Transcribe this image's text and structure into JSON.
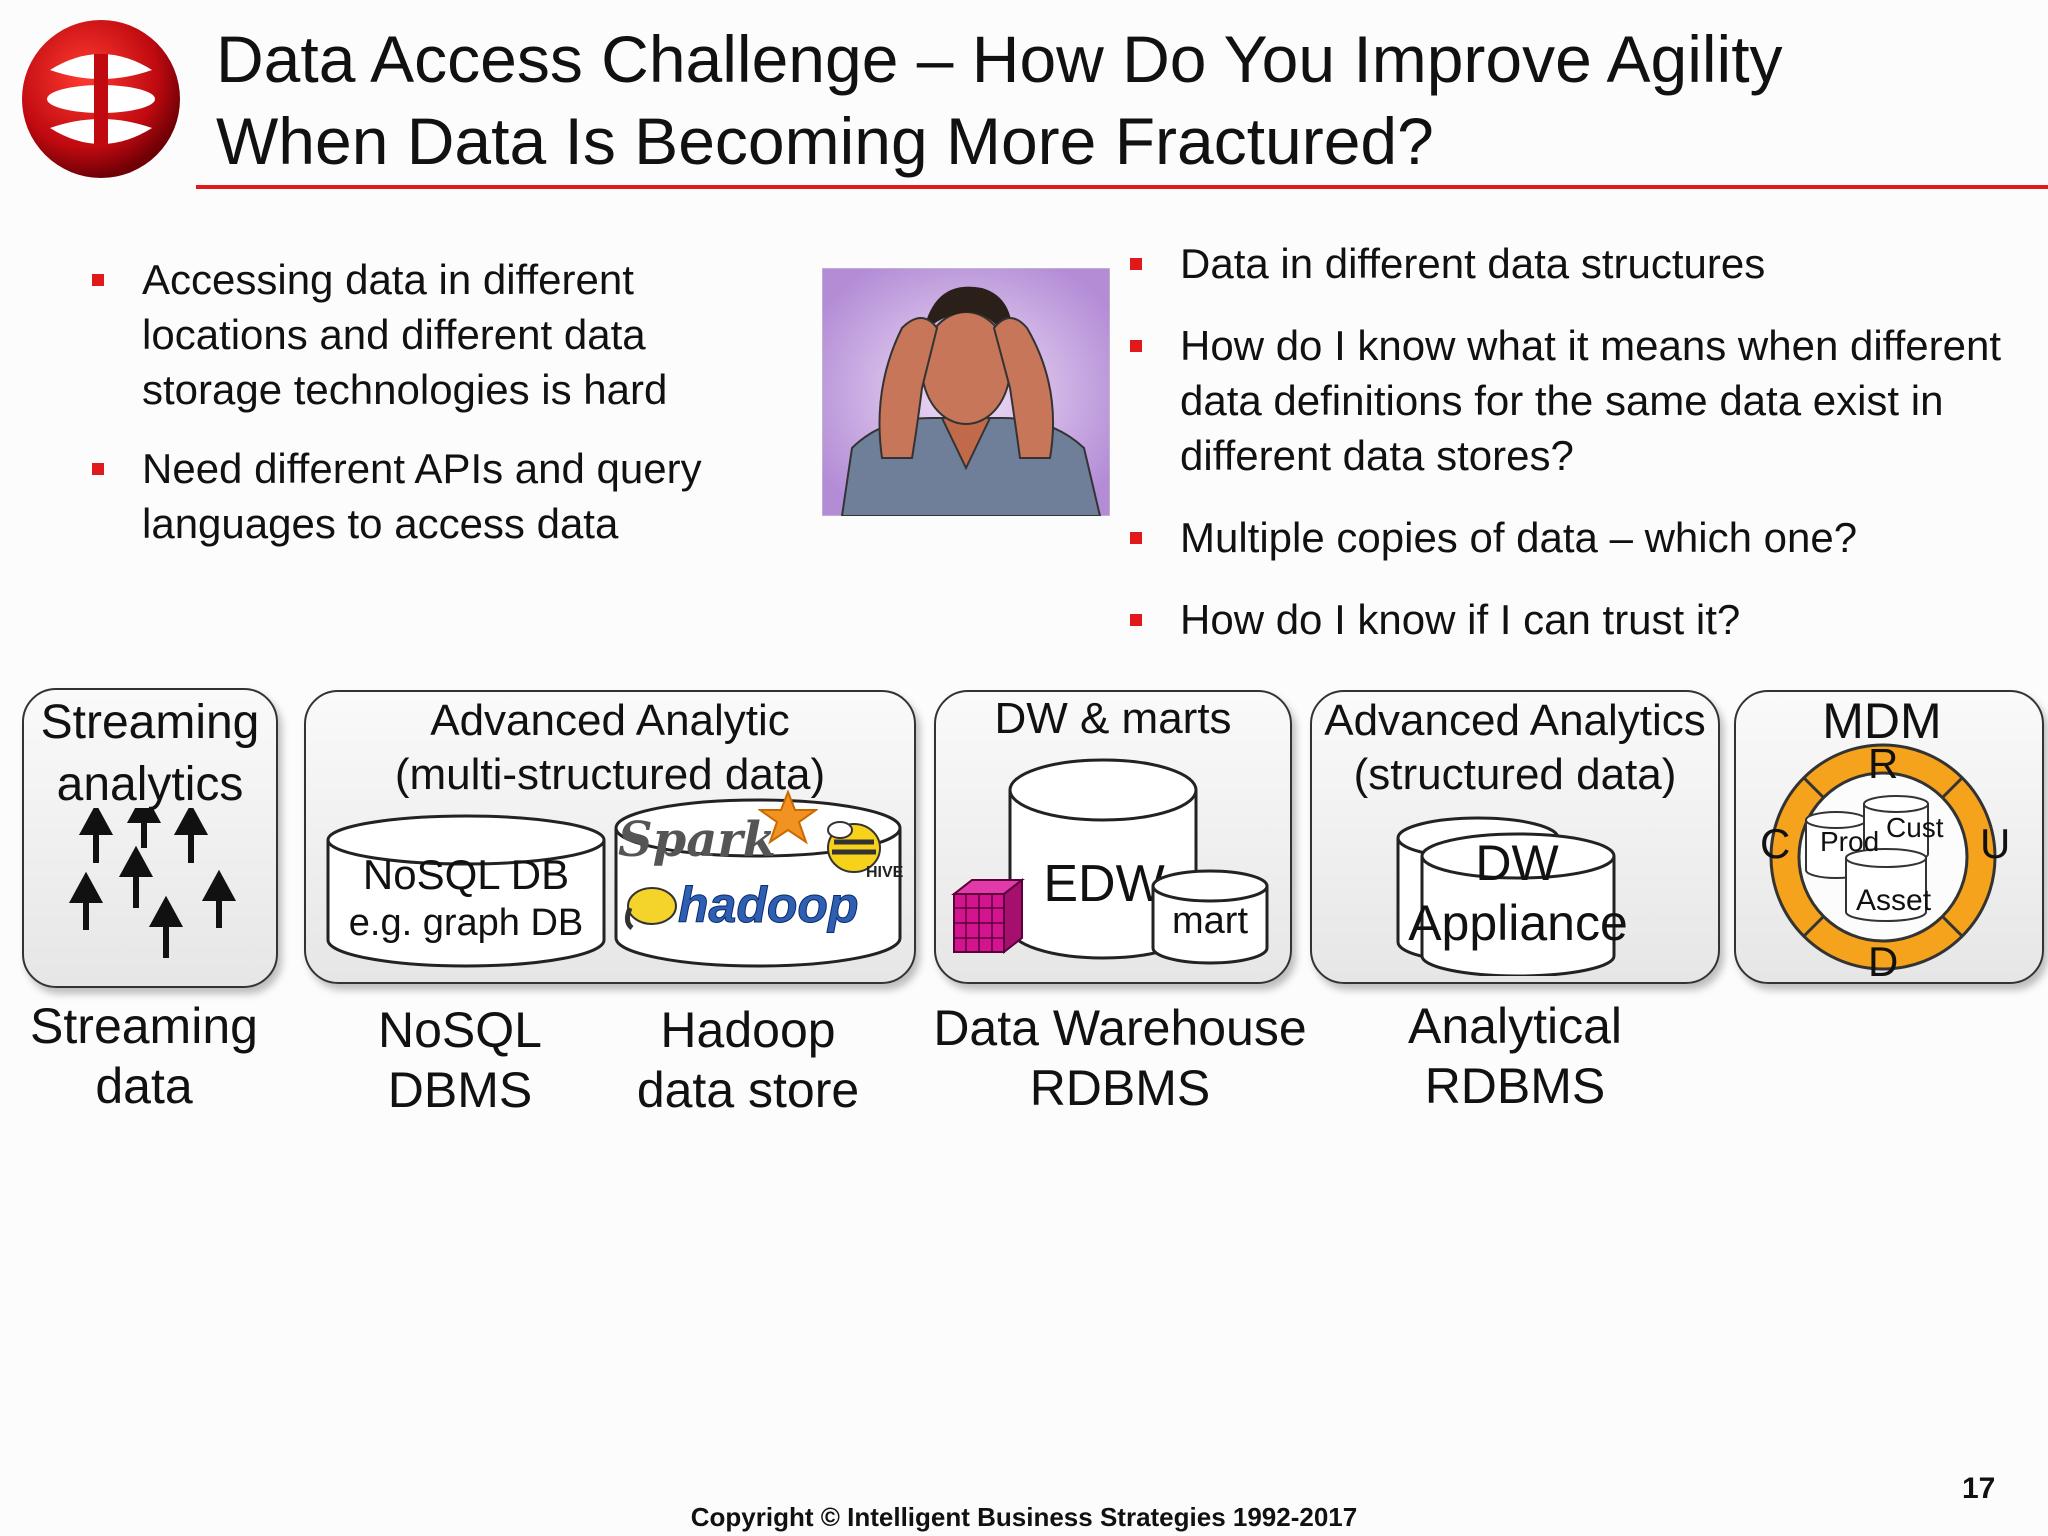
{
  "title": {
    "line1": "Data Access Challenge – How Do You Improve Agility",
    "line2": "When Data Is Becoming More Fractured?"
  },
  "left_bullets": [
    "Accessing data in different locations and different data storage technologies is hard",
    "Need different APIs and query languages to access data"
  ],
  "right_bullets": [
    "Data in different data structures",
    "How do I know what it means when different data definitions for the same data exist in different data stores?",
    "Multiple copies of data – which one?",
    "How do I know if I can trust it?"
  ],
  "panels": {
    "streaming": {
      "title_line1": "Streaming",
      "title_line2": "analytics"
    },
    "advanced_multi": {
      "title_line1": "Advanced Analytic",
      "title_line2": "(multi-structured data)",
      "nosql_line1": "NoSQL DB",
      "nosql_line2": "e.g. graph DB",
      "spark": "Spark",
      "hadoop": "hadoop",
      "hive": "HIVE"
    },
    "dw": {
      "title": "DW & marts",
      "edw": "EDW",
      "mart": "mart"
    },
    "advanced_struct": {
      "title_line1": "Advanced Analytics",
      "title_line2": "(structured data)",
      "dw": "DW",
      "appliance": "Appliance"
    },
    "mdm": {
      "title": "MDM",
      "r": "R",
      "c": "C",
      "u": "U",
      "d": "D",
      "prod": "Prod",
      "cust": "Cust",
      "asset": "Asset"
    }
  },
  "captions": {
    "streaming": {
      "line1": "Streaming",
      "line2": "data"
    },
    "nosql": {
      "line1": "NoSQL",
      "line2": "DBMS"
    },
    "hadoop": {
      "line1": "Hadoop",
      "line2": "data store"
    },
    "dw": {
      "line1": "Data Warehouse",
      "line2": "RDBMS"
    },
    "analytical": {
      "line1": "Analytical",
      "line2": "RDBMS"
    }
  },
  "footer": "Copyright © Intelligent Business Strategies 1992-2017",
  "page_number": "17",
  "colors": {
    "accent_red": "#e0191b",
    "mdm_orange": "#f5a21c",
    "cube_magenta": "#d4148e"
  }
}
